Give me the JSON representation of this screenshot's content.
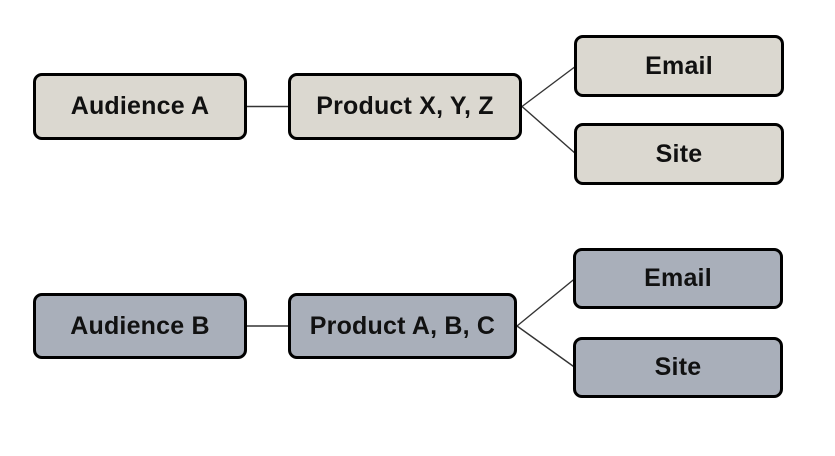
{
  "diagram": {
    "flows": [
      {
        "audience": "Audience A",
        "product": "Product X, Y, Z",
        "channels": [
          "Email",
          "Site"
        ],
        "fill_color": "#dbd8d0"
      },
      {
        "audience": "Audience B",
        "product": "Product A, B, C",
        "channels": [
          "Email",
          "Site"
        ],
        "fill_color": "#a9afba"
      }
    ],
    "colors": {
      "row1_fill": "#dbd8d0",
      "row2_fill": "#a9afba",
      "border": "#000000",
      "connector": "#333333",
      "background": "#ffffff",
      "text": "#111111"
    }
  }
}
